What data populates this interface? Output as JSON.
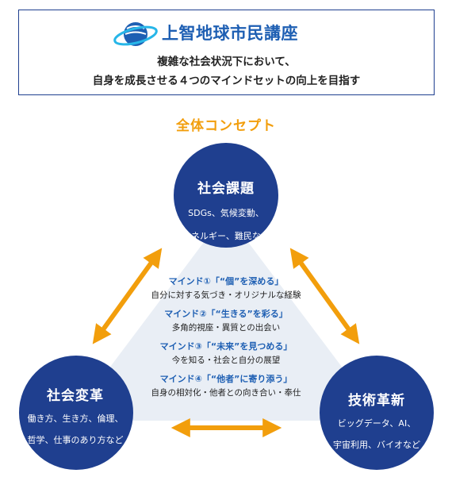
{
  "header": {
    "title": "上智地球市民講座",
    "subtitle_line1": "複雑な社会状況下において、",
    "subtitle_line2": "自身を成長させる４つのマインドセットの向上を目指す"
  },
  "concept_title": "全体コンセプト",
  "circles": [
    {
      "name": "社会課題",
      "desc_line1": "SDGs、気候変動、",
      "desc_line2": "エネルギー、難民など"
    },
    {
      "name": "社会変革",
      "desc_line1": "働き方、生き方、倫理、",
      "desc_line2": "哲学、仕事のあり方など"
    },
    {
      "name": "技術革新",
      "desc_line1": "ビッグデータ、AI、",
      "desc_line2": "宇宙利用、バイオなど"
    }
  ],
  "minds": [
    {
      "title": "マインド①「“個”を深める」",
      "desc": "自分に対する気づき・オリジナルな経験"
    },
    {
      "title": "マインド②「“生きる”を彩る」",
      "desc": "多角的視座・異質との出会い"
    },
    {
      "title": "マインド③「“未来”を見つめる」",
      "desc": "今を知る・社会と自分の展望"
    },
    {
      "title": "マインド④「“他者”に寄り添う」",
      "desc": "自身の相対化・他者との向き合い・奉仕"
    }
  ],
  "colors": {
    "circle": "#1f3f8f",
    "title_blue": "#1e5fb3",
    "arrow": "#f29e0c",
    "triangle": "#e9eef5",
    "header_border": "#1f3f8f"
  },
  "icons": [
    "globe-logo-icon"
  ]
}
